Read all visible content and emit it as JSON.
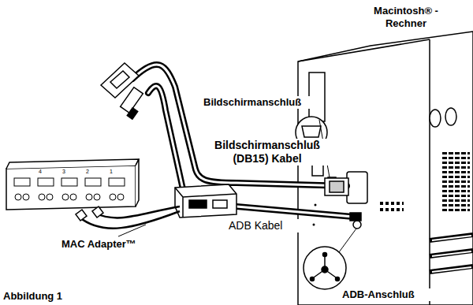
{
  "diagram": {
    "caption": "Abbildung 1",
    "labels": [
      "Macintosh® -Rechner",
      "Bildschirmanschluß",
      "Bildschirmanschluß (DB15) Kabel",
      "ADB Kabel",
      "MAC Adapter™",
      "ADB-Anschluß",
      "4",
      "3",
      "2",
      "1"
    ]
  }
}
